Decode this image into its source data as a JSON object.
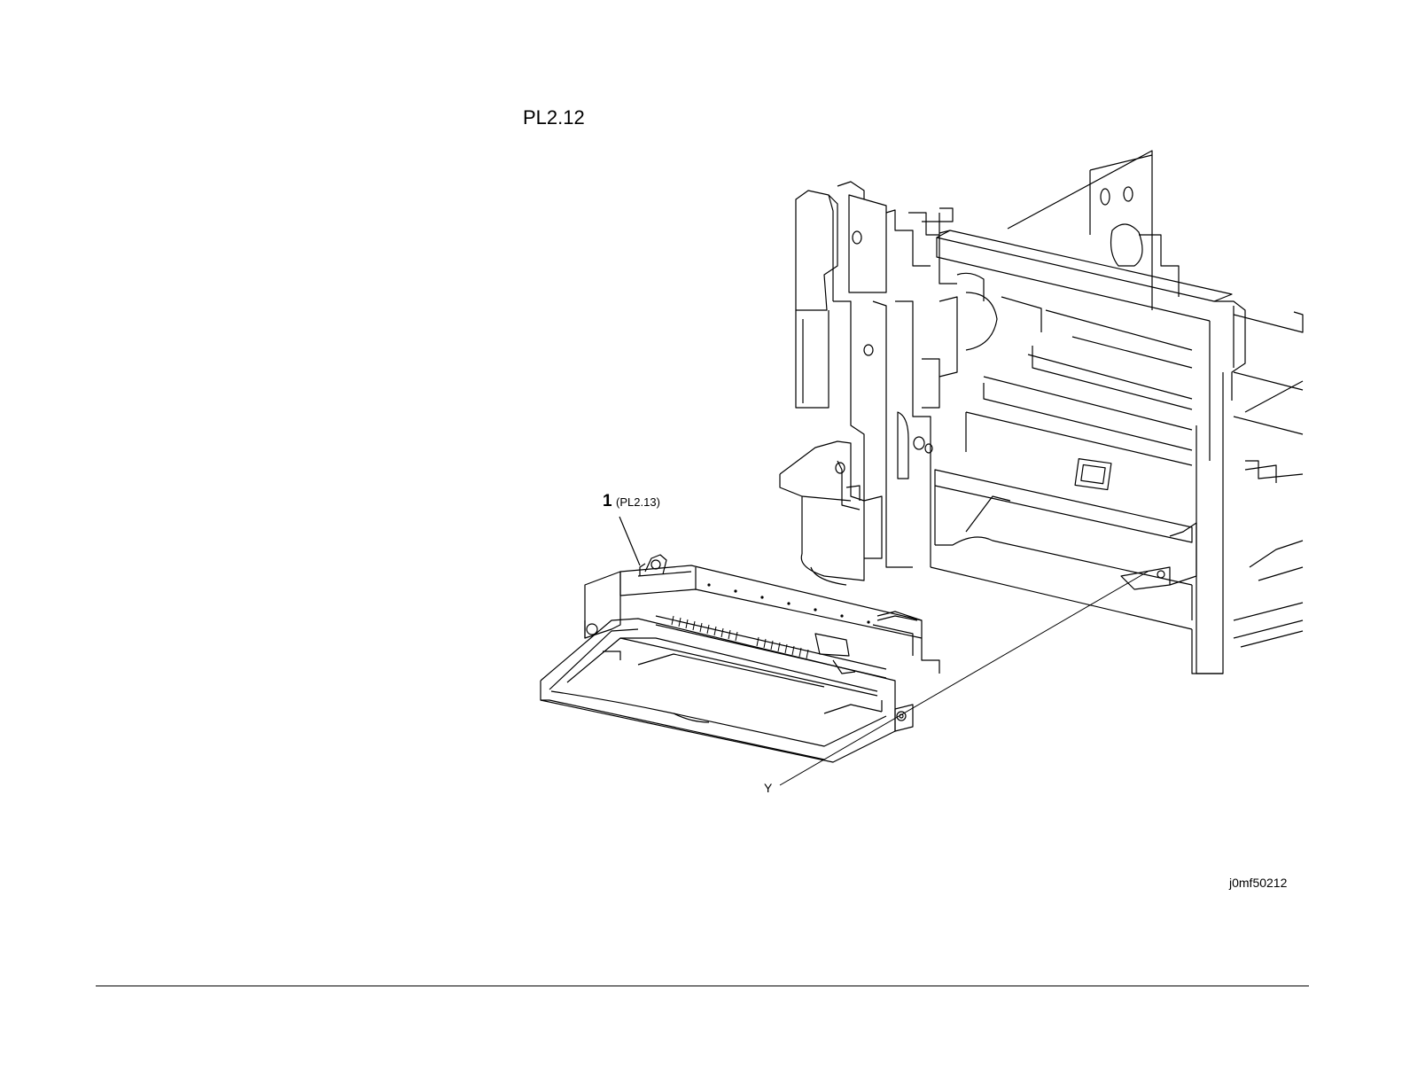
{
  "plate": {
    "title": "PL2.12"
  },
  "callouts": [
    {
      "number": "1",
      "reference": "(PL2.13)"
    }
  ],
  "axis_marker": "Y",
  "figure_id": "j0mf50212"
}
